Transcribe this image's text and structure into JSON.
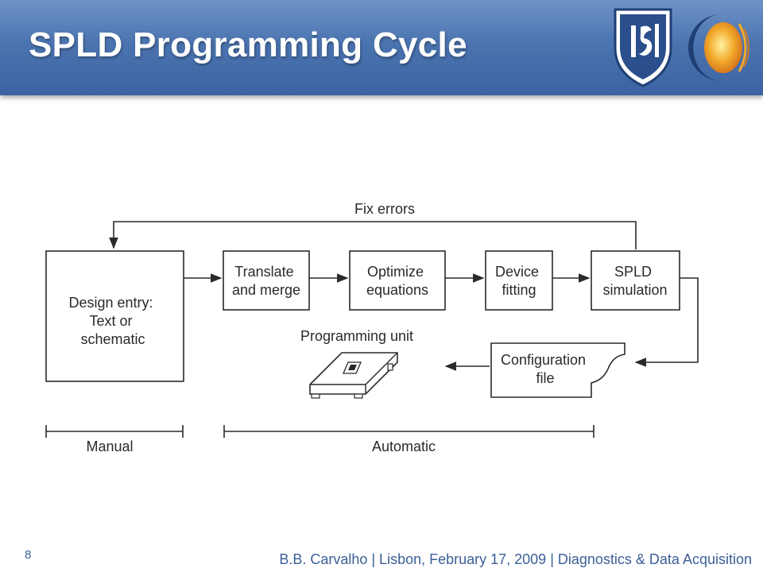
{
  "slide": {
    "title": "SPLD Programming Cycle",
    "page_number": "8",
    "footer": "B.B. Carvalho | Lisbon, February 17, 2009 | Diagnostics & Data Acquisition"
  },
  "diagram": {
    "feedback_label": "Fix errors",
    "design_entry": [
      "Design entry:",
      "Text or",
      "schematic"
    ],
    "translate": [
      "Translate",
      "and merge"
    ],
    "optimize": [
      "Optimize",
      "equations"
    ],
    "fitting": [
      "Device",
      "fitting"
    ],
    "simulation": [
      "SPLD",
      "simulation"
    ],
    "programming_unit": "Programming unit",
    "config_file": [
      "Configuration",
      "file"
    ],
    "manual_label": "Manual",
    "automatic_label": "Automatic"
  },
  "colors": {
    "header": "#4b74b0",
    "footer_text": "#3b5f97",
    "diagram_ink": "#2a2a2a"
  }
}
